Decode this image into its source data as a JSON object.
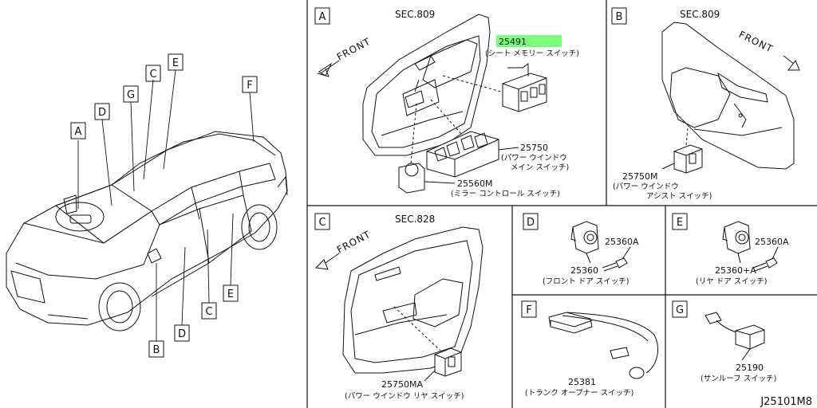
{
  "callouts": {
    "a": "A",
    "b": "B",
    "c": "C",
    "d": "D",
    "e": "E",
    "f": "F",
    "g": "G"
  },
  "panel_a": {
    "letter": "A",
    "sec": "SEC.809",
    "front": "FRONT",
    "p1_num": "25491",
    "p1_name": "(シート メモリー スイッチ)",
    "p2_num": "25750",
    "p2_name1": "(パワー ウインドウ",
    "p2_name2": "メイン スイッチ)",
    "p3_num": "25560M",
    "p3_name": "(ミラー コントロール スイッチ)",
    "highlight_color": "#7CFC7C"
  },
  "panel_b": {
    "letter": "B",
    "sec": "SEC.809",
    "front": "FRONT",
    "p_num": "25750M",
    "p_name1": "(パワー ウインドウ",
    "p_name2": "アシスト スイッチ)"
  },
  "panel_c": {
    "letter": "C",
    "sec": "SEC.828",
    "front": "FRONT",
    "p_num": "25750MA",
    "p_name": "(パワー ウインドウ リヤ スイッチ)"
  },
  "panel_d": {
    "letter": "D",
    "p1_num": "25360A",
    "p2_num": "25360",
    "p_name": "(フロント ドア スイッチ)"
  },
  "panel_e": {
    "letter": "E",
    "p1_num": "25360A",
    "p2_num": "25360+A",
    "p_name": "(リヤ ドア スイッチ)"
  },
  "panel_f": {
    "letter": "F",
    "p_num": "25381",
    "p_name": "(トランク オープナー スイッチ)"
  },
  "panel_g": {
    "letter": "G",
    "p_num": "25190",
    "p_name": "(サンルーフ スイッチ)"
  },
  "code": "J25101M8"
}
